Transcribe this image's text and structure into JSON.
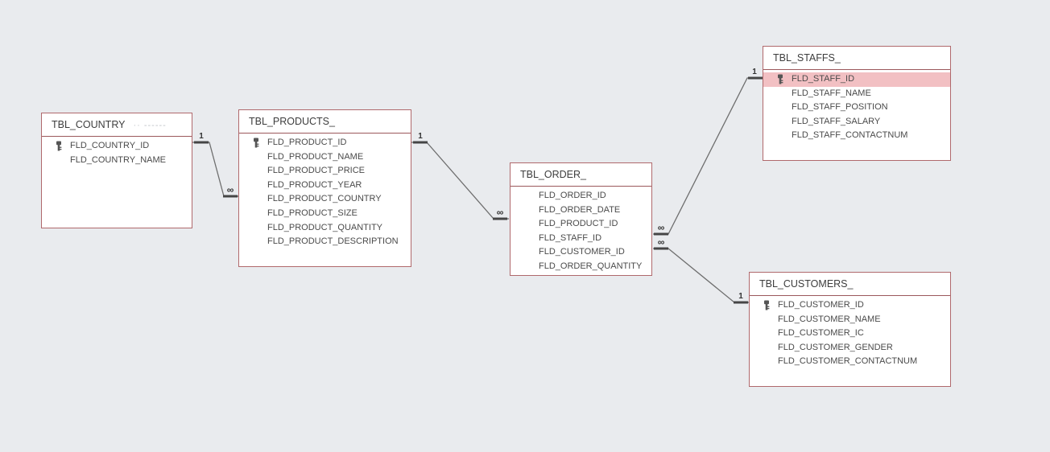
{
  "colors": {
    "canvas_bg": "#e9ebee",
    "table_bg": "#ffffff",
    "table_border": "#b0696c",
    "title_separator": "#9b585b",
    "highlight_row": "#f2c0c3",
    "relationship_line": "#6e6e6e",
    "text": "#4a4a4a"
  },
  "tables": [
    {
      "title": "TBL_COUNTRY",
      "title_ghost": "·· ------",
      "fields": [
        {
          "name": "FLD_COUNTRY_ID",
          "key": true,
          "highlighted": false
        },
        {
          "name": "FLD_COUNTRY_NAME",
          "key": false,
          "highlighted": false
        }
      ]
    },
    {
      "title": "TBL_PRODUCTS_",
      "title_ghost": "",
      "fields": [
        {
          "name": "FLD_PRODUCT_ID",
          "key": true,
          "highlighted": false
        },
        {
          "name": "FLD_PRODUCT_NAME",
          "key": false,
          "highlighted": false
        },
        {
          "name": "FLD_PRODUCT_PRICE",
          "key": false,
          "highlighted": false
        },
        {
          "name": "FLD_PRODUCT_YEAR",
          "key": false,
          "highlighted": false
        },
        {
          "name": "FLD_PRODUCT_COUNTRY",
          "key": false,
          "highlighted": false
        },
        {
          "name": "FLD_PRODUCT_SIZE",
          "key": false,
          "highlighted": false
        },
        {
          "name": "FLD_PRODUCT_QUANTITY",
          "key": false,
          "highlighted": false
        },
        {
          "name": "FLD_PRODUCT_DESCRIPTION",
          "key": false,
          "highlighted": false
        }
      ]
    },
    {
      "title": "TBL_ORDER_",
      "title_ghost": "",
      "fields": [
        {
          "name": "FLD_ORDER_ID",
          "key": false,
          "highlighted": false
        },
        {
          "name": "FLD_ORDER_DATE",
          "key": false,
          "highlighted": false
        },
        {
          "name": "FLD_PRODUCT_ID",
          "key": false,
          "highlighted": false
        },
        {
          "name": "FLD_STAFF_ID",
          "key": false,
          "highlighted": false
        },
        {
          "name": "FLD_CUSTOMER_ID",
          "key": false,
          "highlighted": false
        },
        {
          "name": "FLD_ORDER_QUANTITY",
          "key": false,
          "highlighted": false
        }
      ]
    },
    {
      "title": "TBL_STAFFS_",
      "title_ghost": "",
      "fields": [
        {
          "name": "FLD_STAFF_ID",
          "key": true,
          "highlighted": true
        },
        {
          "name": "FLD_STAFF_NAME",
          "key": false,
          "highlighted": false
        },
        {
          "name": "FLD_STAFF_POSITION",
          "key": false,
          "highlighted": false
        },
        {
          "name": "FLD_STAFF_SALARY",
          "key": false,
          "highlighted": false
        },
        {
          "name": "FLD_STAFF_CONTACTNUM",
          "key": false,
          "highlighted": false
        }
      ]
    },
    {
      "title": "TBL_CUSTOMERS_",
      "title_ghost": "",
      "fields": [
        {
          "name": "FLD_CUSTOMER_ID",
          "key": true,
          "highlighted": false
        },
        {
          "name": "FLD_CUSTOMER_NAME",
          "key": false,
          "highlighted": false
        },
        {
          "name": "FLD_CUSTOMER_IC",
          "key": false,
          "highlighted": false
        },
        {
          "name": "FLD_CUSTOMER_GENDER",
          "key": false,
          "highlighted": false
        },
        {
          "name": "FLD_CUSTOMER_CONTACTNUM",
          "key": false,
          "highlighted": false
        }
      ]
    }
  ],
  "relationships": [
    {
      "from": "TBL_COUNTRY",
      "to": "TBL_PRODUCTS_",
      "from_label": "1",
      "to_label": "∞"
    },
    {
      "from": "TBL_PRODUCTS_",
      "to": "TBL_ORDER_",
      "from_label": "1",
      "to_label": "∞"
    },
    {
      "from": "TBL_STAFFS_",
      "to": "TBL_ORDER_",
      "from_label": "1",
      "to_label": "∞"
    },
    {
      "from": "TBL_CUSTOMERS_",
      "to": "TBL_ORDER_",
      "from_label": "1",
      "to_label": "∞"
    }
  ]
}
